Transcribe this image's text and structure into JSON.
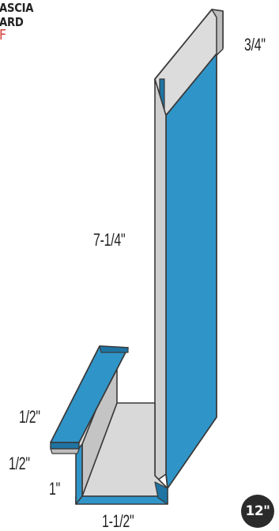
{
  "header": {
    "title_line_1": "ASCIA",
    "title_line_2": "ARD",
    "title_line_3": "F"
  },
  "dimensions": {
    "top_lip": "3/4\"",
    "web_height": "7-1/4\"",
    "hem_top": "1/2\"",
    "hem_drop": "1/2\"",
    "inner_rise": "1\"",
    "base_width": "1-1/2\""
  },
  "badge": {
    "label": "12\""
  },
  "colors": {
    "panel_blue": "#2f95c9",
    "panel_blue_dark": "#1f74a3",
    "metal_gray": "#d6d6d6",
    "metal_gray_dark": "#b4b4b4",
    "outline": "#3a3a3a",
    "title_accent": "#d4403a",
    "badge_background": "#2b2b2b"
  }
}
